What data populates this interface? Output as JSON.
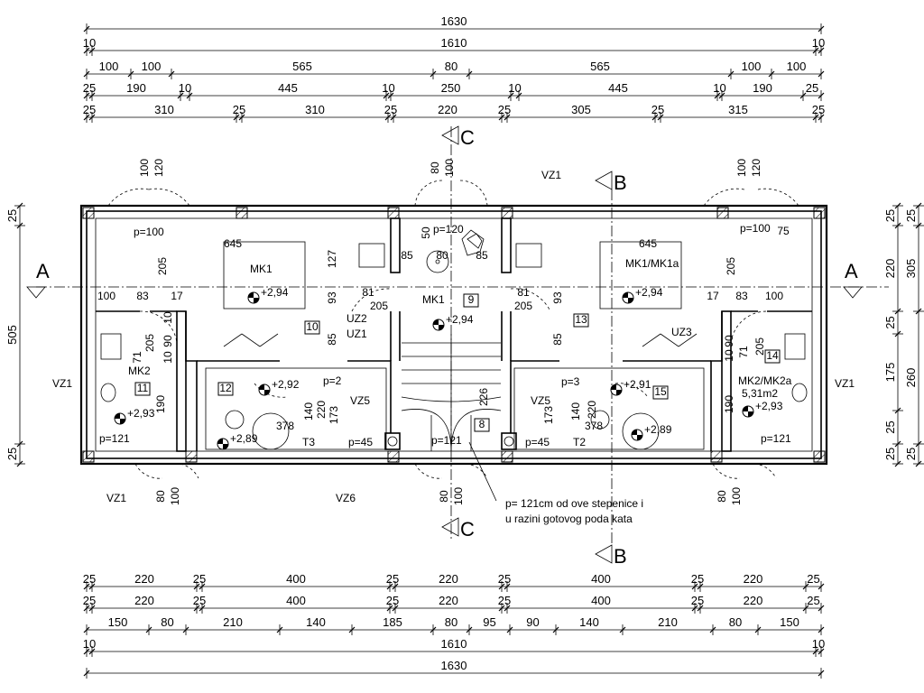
{
  "dimensions": {
    "top": [
      [
        "1630"
      ],
      [
        "10",
        "1610",
        "10"
      ],
      [
        "100",
        "100",
        "565",
        "80",
        "565",
        "100",
        "100"
      ],
      [
        "25",
        "190",
        "10",
        "445",
        "10",
        "250",
        "10",
        "445",
        "10",
        "190",
        "25"
      ],
      [
        "25",
        "310",
        "25",
        "310",
        "25",
        "220",
        "25",
        "305",
        "25",
        "315",
        "25"
      ]
    ],
    "bottom": [
      [
        "25",
        "220",
        "25",
        "400",
        "25",
        "220",
        "25",
        "400",
        "25",
        "220",
        "25"
      ],
      [
        "25",
        "220",
        "25",
        "400",
        "25",
        "220",
        "25",
        "400",
        "25",
        "220",
        "25"
      ],
      [
        "150",
        "80",
        "210",
        "140",
        "185",
        "80",
        "95",
        "90",
        "140",
        "210",
        "80",
        "150"
      ],
      [
        "10",
        "1610",
        "10"
      ],
      [
        "1630"
      ]
    ],
    "left": [
      "25",
      "505",
      "25"
    ],
    "right": [
      "25",
      "220",
      "305",
      "25",
      "25",
      "260",
      "175",
      "25"
    ]
  },
  "section_marks": {
    "a_left": "A",
    "a_right": "A",
    "b_top": "B",
    "b_bottom": "B",
    "c_top": "C",
    "c_bottom": "C"
  },
  "rooms": {
    "mk1_left": "MK1",
    "mk1_mk1a": "MK1/MK1a",
    "mk1_center": "MK1",
    "mk2": "MK2",
    "mk2_mk2a": "MK2/MK2a",
    "mk2_area": "5,31m2",
    "t3": "T3",
    "t2": "T2",
    "uz1": "UZ1",
    "uz2": "UZ2",
    "uz3": "UZ3",
    "vz5_left": "VZ5",
    "vz5_right": "VZ5",
    "vz6": "VZ6",
    "vz1_top": "VZ1",
    "vz1_left": "VZ1",
    "vz1_right": "VZ1",
    "vz1_bottom": "VZ1"
  },
  "room_numbers": [
    "8",
    "9",
    "10",
    "11",
    "12",
    "13",
    "14",
    "15"
  ],
  "levels": {
    "mk1_left": "+2,94",
    "mk1_right": "+2,94",
    "center": "+2,94",
    "mk2_left": "+2,93",
    "mk2_right": "+2,93",
    "t3_upper": "+2,92",
    "t2_upper": "+2,91",
    "t3_lower": "+2,89",
    "t2_lower": "+2,89"
  },
  "parapets": {
    "p100_left": "p=100",
    "p100_right": "p=100",
    "p120": "p=120",
    "p121_left": "p=121",
    "p121_center": "p=121",
    "p121_right": "p=121",
    "p45_left": "p=45",
    "p45_right": "p=45",
    "p2": "p=2",
    "p3": "p=3"
  },
  "inner_dims": {
    "w645_left": "645",
    "w645_right": "645",
    "d127": "127",
    "d205_left": "205",
    "d205_right": "205",
    "d205_ml": "205",
    "d205_mr": "205",
    "d93_left": "93",
    "d93_right": "93",
    "d85_left": "85",
    "d85_right": "85",
    "d81_left": "81",
    "d81_right": "81",
    "d50": "50",
    "d85_cl": "85",
    "d80_c": "80",
    "d85_cr": "85",
    "d100_ll": "100",
    "d83_l": "83",
    "d17_l": "17",
    "d17_r": "17",
    "d83_r": "83",
    "d100_rr": "100",
    "d75": "75",
    "d10_l": "10",
    "d90_l": "90",
    "d10_l2": "10",
    "d71_l": "71",
    "d205_l2": "205",
    "d10_r": "10",
    "d90_r": "90",
    "d71_r": "71",
    "d205_r2": "205",
    "d190_l": "190",
    "d190_r": "190",
    "d140_l": "140",
    "d220_l": "220",
    "d173_l": "173",
    "d378_l": "378",
    "d226": "226",
    "d173_r": "173",
    "d140_r": "140",
    "d220_r": "220",
    "d378_r": "378",
    "top_100_l": "100",
    "top_120_l": "120",
    "top_80_c": "80",
    "top_100_c": "100",
    "top_100_r": "100",
    "top_120_r": "120",
    "bot_80_l": "80",
    "bot_100_l": "100",
    "bot_80_c": "80",
    "bot_100_c": "100",
    "bot_80_r": "80",
    "bot_100_r": "100"
  },
  "notes": {
    "stairs_line1": "p= 121cm od ove stepenice i",
    "stairs_line2": "u razini gotovog poda kata"
  }
}
